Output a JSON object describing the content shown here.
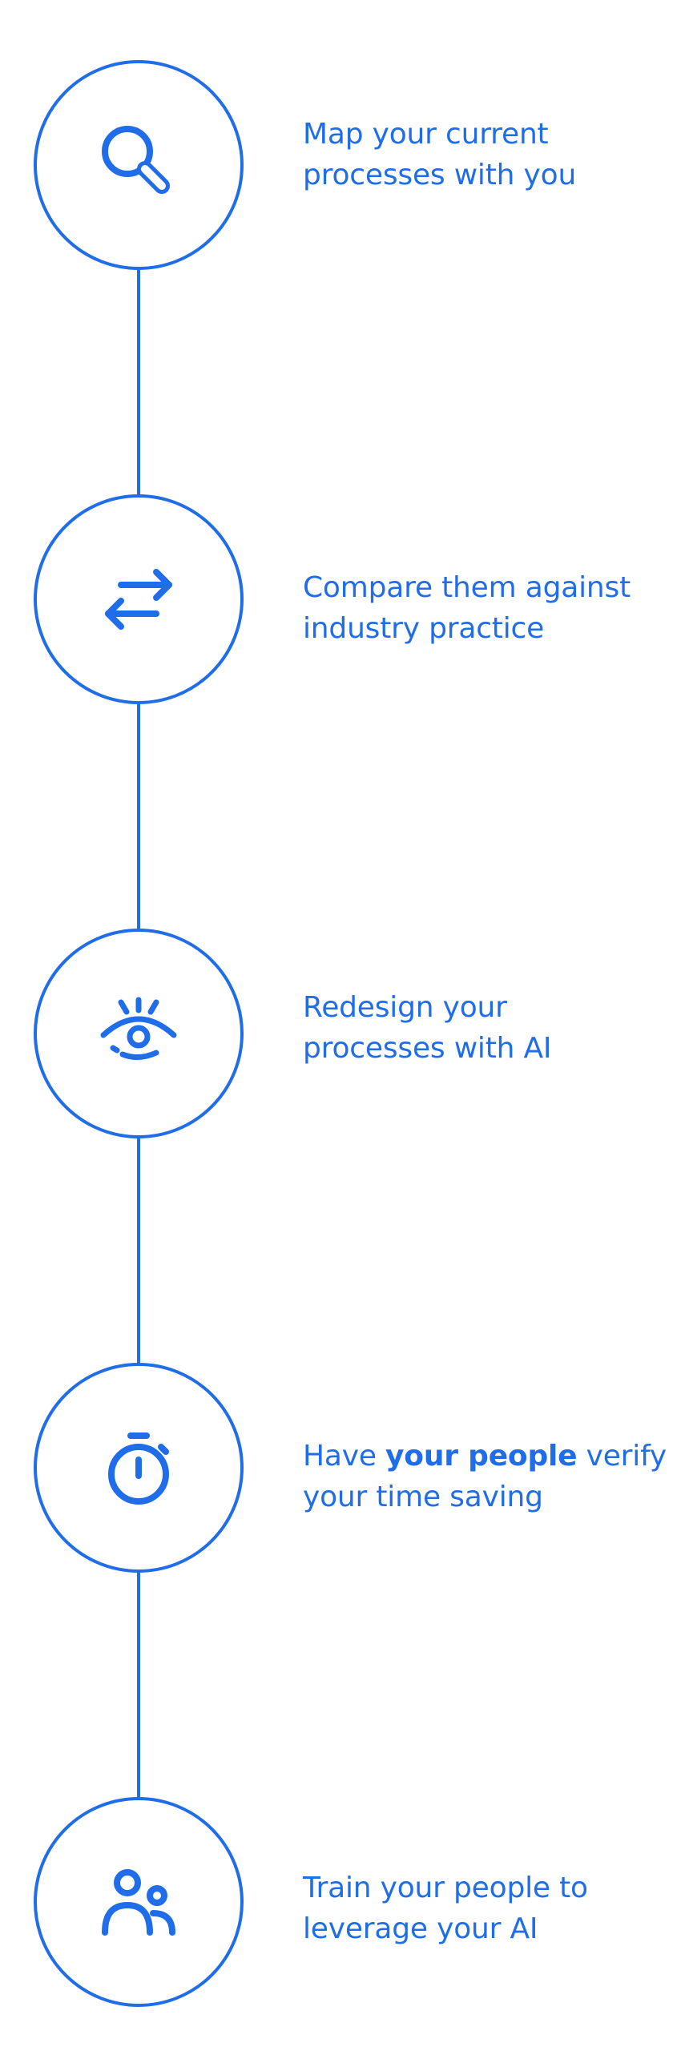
{
  "theme": {
    "accent": "#1f6de8",
    "background": "#ffffff"
  },
  "steps": [
    {
      "icon": "search-icon",
      "line1": "Map your current",
      "line2": "processes with you"
    },
    {
      "icon": "arrows-exchange-icon",
      "line1": "Compare them against",
      "line2": "industry practice"
    },
    {
      "icon": "eye-icon",
      "line1": "Redesign your",
      "line2": "processes with AI"
    },
    {
      "icon": "stopwatch-icon",
      "line1_pre": "Have ",
      "line1_bold": "your people",
      "line1_post": " verify",
      "line2": "your time saving"
    },
    {
      "icon": "users-icon",
      "line1": "Train your people to",
      "line2": "leverage your AI"
    }
  ]
}
